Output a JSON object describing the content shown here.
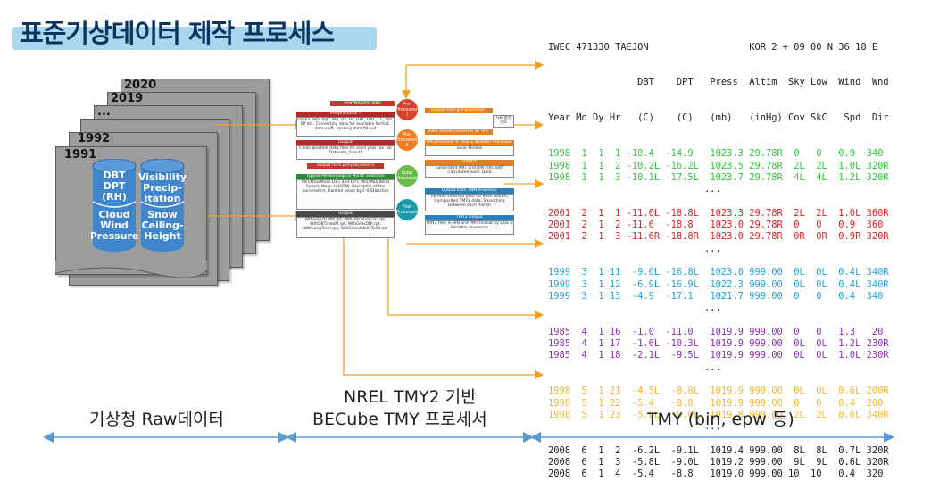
{
  "title": "표준기상데이터 제작 프로세스",
  "pages": {
    "years": [
      "2020",
      "2019",
      "...",
      "1992",
      "1991"
    ],
    "cylinder_left": [
      "DBT",
      "DPT",
      "(RH)",
      "Cloud",
      "Wind",
      "Pressure"
    ],
    "cylinder_right": [
      "Visibility",
      "Precip-",
      "itation",
      "Snow",
      "Ceiling-",
      "Height"
    ]
  },
  "flowchart": {
    "raw": "Raw Weather data",
    "pre1": "Pre-processor I",
    "pre1_body": "Useful data 추출: Wn, Dy, Hr, DBT, DPT, CC, WS, SP etc. Converting data for available format, data shift, missing data fill-out",
    "output1": "Output",
    "clean": "Clean weather data files for each year (ex. 30 Datasets_Yr.out)",
    "output_pre2": "Output from pre-processor II",
    "typical": "Typical Meteorological Month Selection Processor",
    "typical_body": "Min/Max/Mean DBT and DPT, Min/Max Wind Speed, Mean GHI/DNI, Percentile of the parameters, Ranked years by F-S Statistics",
    "output2": "Output",
    "files": "WthSelectTMM.rpt, WthDBTmean3G.rpt, WthDBTmaxM.rpt, WthGHIsDNI.rpt, WthLongTerm.rpt, WthSelectDailyTotD.rpt",
    "pre_from": "Output from pre-processor I",
    "data_format": "Data format converter for Pre-processor II",
    "qc_box": "자료 품질 검토",
    "pre2_label": "Pre-processor II: DOE-2 Weather Processor",
    "solar": "Solar Models",
    "output3": "Output",
    "generated": "Generated PMT and BIN files with Calculated Solar Data",
    "tmm_from": "Output from TMM Processor",
    "tmm_body": "Identify selected year for each month, Composited TMY2 data, Smoothing between each month",
    "tmy2_out": "TMY2 Output",
    "tmy2_files": "TMY2 files in BIN and PMT format by DOE-2 Weather Processor",
    "circles": [
      "Pre-Processor I",
      "Pre-Processor II",
      "Solar Processor",
      "Post Processor"
    ]
  },
  "tmy": {
    "header": [
      "IWEC 471330 TAEJON                  KOR 2 + 09 00 N 36 18 E",
      "                DBT    DPT   Press  Altim  Sky Low  Wind  Wnd",
      "Year Mo Dy Hr   (C)    (C)   (mb)   (inHg) Cov SkC   Spd  Dir"
    ],
    "groups": [
      {
        "color": "#2ec73a",
        "rows": [
          "1998  1  1  1 -10.4  -14.9   1023.3 29.78R  0   0   0.9  340",
          "1998  1  1  2 -10.2L -16.2L  1023.5 29.78R  2L  2L  1.0L 320R",
          "1998  1  1  3 -10.1L -17.5L  1023.7 29.78R  4L  4L  1.2L 320R"
        ]
      },
      {
        "color": "#e0201c",
        "rows": [
          "2001  2  1  1 -11.0L -18.8L  1023.3 29.78R  2L  2L  1.0L 360R",
          "2001  2  1  2 -11.6  -18.8   1023.0 29.78R  0   0   0.9  360",
          "2001  2  1  3 -11.6R -18.8R  1023.0 29.78R  0R  0R  0.9R 320R"
        ]
      },
      {
        "color": "#1ea7dc",
        "rows": [
          "1999  3  1 11  -9.0L -16.8L  1023.0 999.00  0L  0L  0.4L 340R",
          "1999  3  1 12  -6.9L -16.9L  1022.3 999.00  0L  0L  0.4L 340R",
          "1999  3  1 13  -4.9  -17.1   1021.7 999.00  0   0   0.4  340"
        ]
      },
      {
        "color": "#8a2fb5",
        "rows": [
          "1985  4  1 16  -1.0  -11.0   1019.9 999.00  0   0   1.3   20",
          "1985  4  1 17  -1.6L -10.3L  1019.9 999.00  0L  0L  1.2L 230R",
          "1985  4  1 18  -2.1L  -9.5L  1019.9 999.00  0L  0L  1.0L 230R"
        ]
      },
      {
        "color": "#f6b62a",
        "rows": [
          "1998  5  1 21  -4.5L  -8.8L  1019.9 999.00  0L  0L  0.6L 200R",
          "1998  5  1 22  -5.4   -8.8   1019.9 999.00  0   0   0.4  200",
          "1998  5  1 23  -5.8L  -9.0L  1019.8 999.00  2L  2L  0.6L 340R"
        ]
      },
      {
        "color": "#222222",
        "rows": [
          "2008  6  1  2  -6.2L  -9.1L  1019.4 999.00  8L  8L  0.7L 320R",
          "2008  6  1  3  -5.8L  -9.0L  1019.2 999.00  9L  9L  0.6L 320R",
          "2008  6  1  4  -5.4   -8.8   1019.0 999.00 10  10   0.4  320"
        ]
      }
    ],
    "ellipsis": "..."
  },
  "labels": {
    "left": "기상청 Raw데이터",
    "middle_1": "NREL TMY2 기반",
    "middle_2": "BECube TMY 프로세서",
    "right": "TMY (bin, epw 등)"
  },
  "colors": {
    "title_bg": "#a8d7ee",
    "title_text": "#0d3360",
    "arrow_orange": "#f0a020",
    "cylinder": "#3f86cc",
    "axis_blue": "#5b9bd5"
  }
}
